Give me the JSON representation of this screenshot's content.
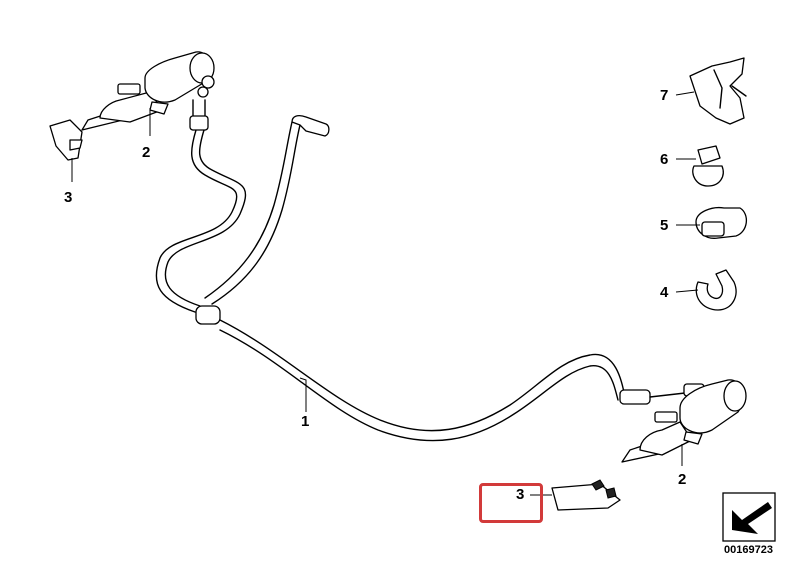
{
  "callouts": {
    "hose": "1",
    "nozzle_upper": "2",
    "nozzle_lower": "2",
    "cover_upper": "3",
    "cover_lower": "3",
    "clip_4": "4",
    "clip_5": "5",
    "clip_6": "6",
    "clip_7": "7"
  },
  "diagram_number": "00169723",
  "colors": {
    "line": "#000000",
    "fill": "#ffffff",
    "highlight": "#d23a3a"
  },
  "icons": {
    "orientation": "arrow-orientation-icon"
  }
}
